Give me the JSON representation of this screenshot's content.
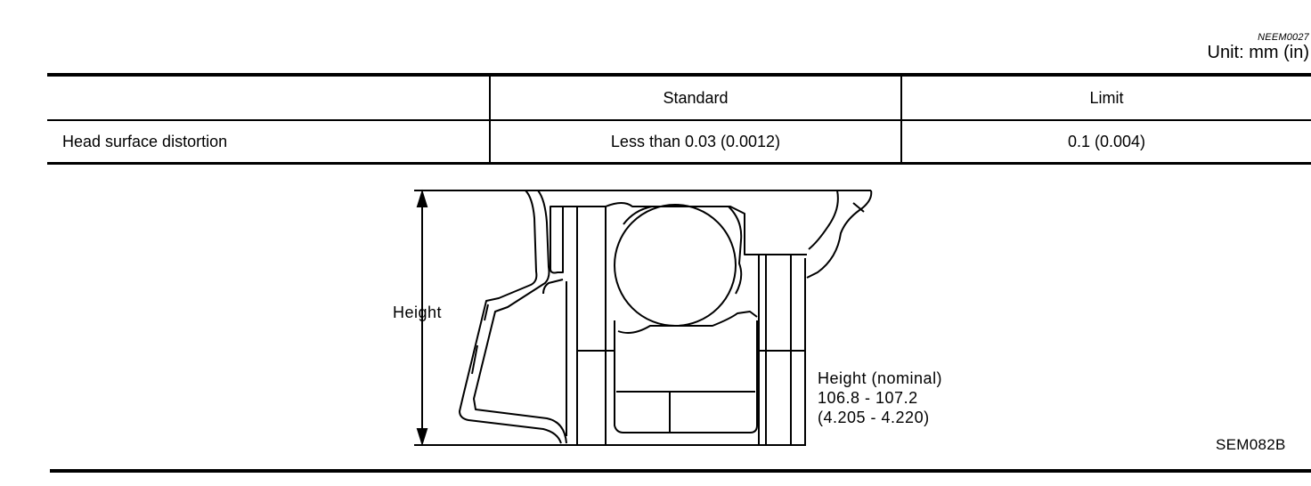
{
  "doc_code": "NEEM0027",
  "unit_label": "Unit: mm (in)",
  "table": {
    "headers": [
      "",
      "Standard",
      "Limit"
    ],
    "rows": [
      [
        "Head surface distortion",
        "Less than 0.03 (0.0012)",
        "0.1 (0.004)"
      ]
    ]
  },
  "figure": {
    "height_label": "Height",
    "nominal_title": "Height (nominal)",
    "nominal_mm": "106.8 - 107.2",
    "nominal_in": "(4.205 - 4.220)",
    "figure_code": "SEM082B"
  }
}
